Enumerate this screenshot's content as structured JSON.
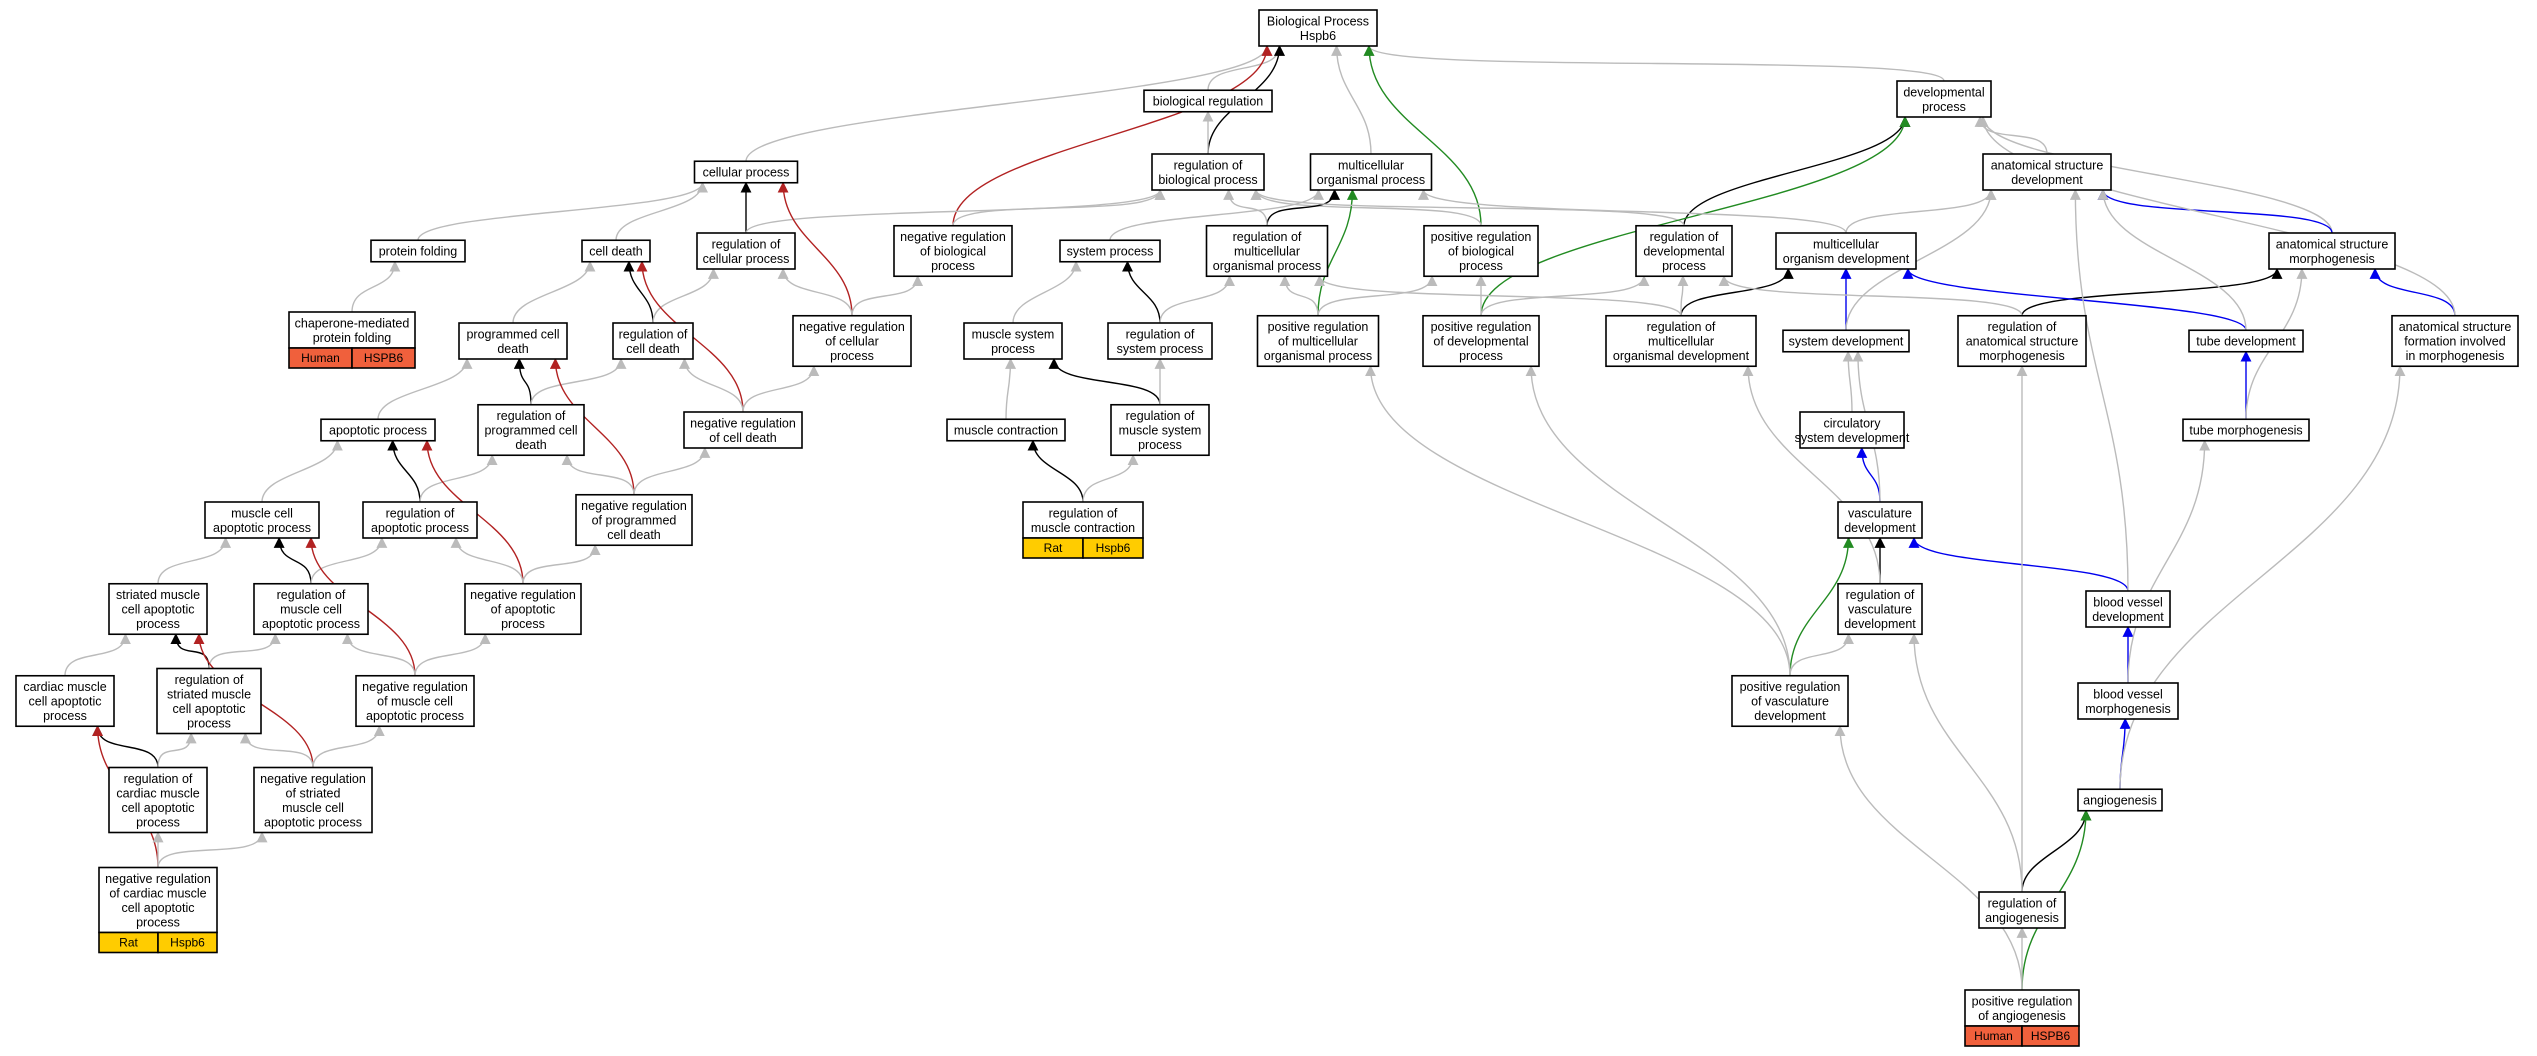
{
  "title": "Biological Process Hspb6",
  "colors": {
    "is_a": "#bbbbbb",
    "regulates": "#000000",
    "negatively_regulates": "#b22222",
    "positively_regulates": "#228b22",
    "part_of": "#0000ee",
    "human_tag": "#f0603c",
    "rat_tag": "#ffcc00"
  },
  "nodes": [
    {
      "id": "bp",
      "lines": [
        "Biological Process",
        "Hspb6"
      ]
    },
    {
      "id": "bioreg",
      "lines": [
        "biological regulation"
      ]
    },
    {
      "id": "devproc",
      "lines": [
        "developmental",
        "process"
      ]
    },
    {
      "id": "cellproc",
      "lines": [
        "cellular process"
      ]
    },
    {
      "id": "regbio",
      "lines": [
        "regulation of",
        "biological process"
      ]
    },
    {
      "id": "multorg",
      "lines": [
        "multicellular",
        "organismal process"
      ]
    },
    {
      "id": "anatdev",
      "lines": [
        "anatomical structure",
        "development"
      ]
    },
    {
      "id": "protfold",
      "lines": [
        "protein folding"
      ]
    },
    {
      "id": "celldeath",
      "lines": [
        "cell death"
      ]
    },
    {
      "id": "regcellproc",
      "lines": [
        "regulation of",
        "cellular process"
      ]
    },
    {
      "id": "negregbio",
      "lines": [
        "negative regulation",
        "of biological",
        "process"
      ]
    },
    {
      "id": "sysproc",
      "lines": [
        "system process"
      ]
    },
    {
      "id": "regmultorg",
      "lines": [
        "regulation of",
        "multicellular",
        "organismal process"
      ]
    },
    {
      "id": "posregbio",
      "lines": [
        "positive regulation",
        "of biological",
        "process"
      ]
    },
    {
      "id": "regdev",
      "lines": [
        "regulation of",
        "developmental",
        "process"
      ]
    },
    {
      "id": "multorgdev",
      "lines": [
        "multicellular",
        "organism development"
      ]
    },
    {
      "id": "anatmorph",
      "lines": [
        "anatomical structure",
        "morphogenesis"
      ]
    },
    {
      "id": "chaperone",
      "lines": [
        "chaperone-mediated",
        "protein folding"
      ],
      "tag": {
        "species": "Human",
        "gene": "HSPB6",
        "kind": "human"
      }
    },
    {
      "id": "progdeath",
      "lines": [
        "programmed cell",
        "death"
      ]
    },
    {
      "id": "regcelldeath",
      "lines": [
        "regulation of",
        "cell death"
      ]
    },
    {
      "id": "negregcellproc",
      "lines": [
        "negative regulation",
        "of cellular",
        "process"
      ]
    },
    {
      "id": "musclesys",
      "lines": [
        "muscle system",
        "process"
      ]
    },
    {
      "id": "regsysproc",
      "lines": [
        "regulation of",
        "system process"
      ]
    },
    {
      "id": "posregmultorg",
      "lines": [
        "positive regulation",
        "of multicellular",
        "organismal process"
      ]
    },
    {
      "id": "posregdev",
      "lines": [
        "positive regulation",
        "of developmental",
        "process"
      ]
    },
    {
      "id": "regmultorgdev",
      "lines": [
        "regulation of",
        "multicellular",
        "organismal development"
      ]
    },
    {
      "id": "sysdev",
      "lines": [
        "system development"
      ]
    },
    {
      "id": "reganatmorph",
      "lines": [
        "regulation of",
        "anatomical structure",
        "morphogenesis"
      ]
    },
    {
      "id": "tubedev",
      "lines": [
        "tube development"
      ]
    },
    {
      "id": "anatform",
      "lines": [
        "anatomical structure",
        "formation involved",
        "in morphogenesis"
      ]
    },
    {
      "id": "apoptotic",
      "lines": [
        "apoptotic process"
      ]
    },
    {
      "id": "regprogdeath",
      "lines": [
        "regulation of",
        "programmed cell",
        "death"
      ]
    },
    {
      "id": "negregcelldeath",
      "lines": [
        "negative regulation",
        "of cell death"
      ]
    },
    {
      "id": "musclecontr",
      "lines": [
        "muscle contraction"
      ]
    },
    {
      "id": "regmusclesys",
      "lines": [
        "regulation of",
        "muscle system",
        "process"
      ]
    },
    {
      "id": "circsys",
      "lines": [
        "circulatory",
        "system development"
      ]
    },
    {
      "id": "tubemorph",
      "lines": [
        "tube morphogenesis"
      ]
    },
    {
      "id": "muscleapop",
      "lines": [
        "muscle cell",
        "apoptotic process"
      ]
    },
    {
      "id": "regapop",
      "lines": [
        "regulation of",
        "apoptotic process"
      ]
    },
    {
      "id": "negregprogdeath",
      "lines": [
        "negative regulation",
        "of programmed",
        "cell death"
      ]
    },
    {
      "id": "regmusclecontr",
      "lines": [
        "regulation of",
        "muscle contraction"
      ],
      "tag": {
        "species": "Rat",
        "gene": "Hspb6",
        "kind": "rat"
      }
    },
    {
      "id": "vascdev",
      "lines": [
        "vasculature",
        "development"
      ]
    },
    {
      "id": "striatedapop",
      "lines": [
        "striated muscle",
        "cell apoptotic",
        "process"
      ]
    },
    {
      "id": "regmuscleapop",
      "lines": [
        "regulation of",
        "muscle cell",
        "apoptotic process"
      ]
    },
    {
      "id": "negregapop",
      "lines": [
        "negative regulation",
        "of apoptotic",
        "process"
      ]
    },
    {
      "id": "regvasc",
      "lines": [
        "regulation of",
        "vasculature",
        "development"
      ]
    },
    {
      "id": "bvdev",
      "lines": [
        "blood vessel",
        "development"
      ]
    },
    {
      "id": "cardiacapop",
      "lines": [
        "cardiac muscle",
        "cell apoptotic",
        "process"
      ]
    },
    {
      "id": "regstriatedapop",
      "lines": [
        "regulation of",
        "striated muscle",
        "cell apoptotic",
        "process"
      ]
    },
    {
      "id": "negregmuscleapop",
      "lines": [
        "negative regulation",
        "of muscle cell",
        "apoptotic process"
      ]
    },
    {
      "id": "posregvasc",
      "lines": [
        "positive regulation",
        "of vasculature",
        "development"
      ]
    },
    {
      "id": "bvmorph",
      "lines": [
        "blood vessel",
        "morphogenesis"
      ]
    },
    {
      "id": "regcardiacapop",
      "lines": [
        "regulation of",
        "cardiac muscle",
        "cell apoptotic",
        "process"
      ]
    },
    {
      "id": "negregstriatedapop",
      "lines": [
        "negative regulation",
        "of striated",
        "muscle cell",
        "apoptotic process"
      ]
    },
    {
      "id": "angio",
      "lines": [
        "angiogenesis"
      ]
    },
    {
      "id": "negregcardiacapop",
      "lines": [
        "negative regulation",
        "of cardiac muscle",
        "cell apoptotic",
        "process"
      ],
      "tag": {
        "species": "Rat",
        "gene": "Hspb6",
        "kind": "rat"
      }
    },
    {
      "id": "regangio",
      "lines": [
        "regulation of",
        "angiogenesis"
      ]
    },
    {
      "id": "posregangio",
      "lines": [
        "positive regulation",
        "of angiogenesis"
      ],
      "tag": {
        "species": "Human",
        "gene": "HSPB6",
        "kind": "human"
      }
    }
  ],
  "edges": [
    {
      "from": "bioreg",
      "to": "bp",
      "kind": "is_a"
    },
    {
      "from": "cellproc",
      "to": "bp",
      "kind": "is_a"
    },
    {
      "from": "devproc",
      "to": "bp",
      "kind": "is_a"
    },
    {
      "from": "multorg",
      "to": "bp",
      "kind": "is_a"
    },
    {
      "from": "regbio",
      "to": "bp",
      "kind": "regulates"
    },
    {
      "from": "regbio",
      "to": "bioreg",
      "kind": "is_a"
    },
    {
      "from": "negregbio",
      "to": "bp",
      "kind": "negatively_regulates"
    },
    {
      "from": "posregbio",
      "to": "bp",
      "kind": "positively_regulates"
    },
    {
      "from": "negregbio",
      "to": "regbio",
      "kind": "is_a"
    },
    {
      "from": "posregbio",
      "to": "regbio",
      "kind": "is_a"
    },
    {
      "from": "regcellproc",
      "to": "cellproc",
      "kind": "regulates"
    },
    {
      "from": "regcellproc",
      "to": "regbio",
      "kind": "is_a"
    },
    {
      "from": "negregcellproc",
      "to": "cellproc",
      "kind": "negatively_regulates"
    },
    {
      "from": "negregcellproc",
      "to": "regcellproc",
      "kind": "is_a"
    },
    {
      "from": "negregcellproc",
      "to": "negregbio",
      "kind": "is_a"
    },
    {
      "from": "protfold",
      "to": "cellproc",
      "kind": "is_a"
    },
    {
      "from": "celldeath",
      "to": "cellproc",
      "kind": "is_a"
    },
    {
      "from": "chaperone",
      "to": "protfold",
      "kind": "is_a"
    },
    {
      "from": "progdeath",
      "to": "celldeath",
      "kind": "is_a"
    },
    {
      "from": "regcelldeath",
      "to": "celldeath",
      "kind": "regulates"
    },
    {
      "from": "regcelldeath",
      "to": "regcellproc",
      "kind": "is_a"
    },
    {
      "from": "negregcelldeath",
      "to": "celldeath",
      "kind": "negatively_regulates"
    },
    {
      "from": "negregcelldeath",
      "to": "regcelldeath",
      "kind": "is_a"
    },
    {
      "from": "negregcelldeath",
      "to": "negregcellproc",
      "kind": "is_a"
    },
    {
      "from": "apoptotic",
      "to": "progdeath",
      "kind": "is_a"
    },
    {
      "from": "regprogdeath",
      "to": "progdeath",
      "kind": "regulates"
    },
    {
      "from": "regprogdeath",
      "to": "regcelldeath",
      "kind": "is_a"
    },
    {
      "from": "negregprogdeath",
      "to": "progdeath",
      "kind": "negatively_regulates"
    },
    {
      "from": "negregprogdeath",
      "to": "regprogdeath",
      "kind": "is_a"
    },
    {
      "from": "negregprogdeath",
      "to": "negregcelldeath",
      "kind": "is_a"
    },
    {
      "from": "muscleapop",
      "to": "apoptotic",
      "kind": "is_a"
    },
    {
      "from": "regapop",
      "to": "apoptotic",
      "kind": "regulates"
    },
    {
      "from": "regapop",
      "to": "regprogdeath",
      "kind": "is_a"
    },
    {
      "from": "negregapop",
      "to": "apoptotic",
      "kind": "negatively_regulates"
    },
    {
      "from": "negregapop",
      "to": "regapop",
      "kind": "is_a"
    },
    {
      "from": "negregapop",
      "to": "negregprogdeath",
      "kind": "is_a"
    },
    {
      "from": "striatedapop",
      "to": "muscleapop",
      "kind": "is_a"
    },
    {
      "from": "regmuscleapop",
      "to": "muscleapop",
      "kind": "regulates"
    },
    {
      "from": "regmuscleapop",
      "to": "regapop",
      "kind": "is_a"
    },
    {
      "from": "negregmuscleapop",
      "to": "muscleapop",
      "kind": "negatively_regulates"
    },
    {
      "from": "negregmuscleapop",
      "to": "regmuscleapop",
      "kind": "is_a"
    },
    {
      "from": "negregmuscleapop",
      "to": "negregapop",
      "kind": "is_a"
    },
    {
      "from": "cardiacapop",
      "to": "striatedapop",
      "kind": "is_a"
    },
    {
      "from": "regstriatedapop",
      "to": "striatedapop",
      "kind": "regulates"
    },
    {
      "from": "regstriatedapop",
      "to": "regmuscleapop",
      "kind": "is_a"
    },
    {
      "from": "negregstriatedapop",
      "to": "striatedapop",
      "kind": "negatively_regulates"
    },
    {
      "from": "negregstriatedapop",
      "to": "regstriatedapop",
      "kind": "is_a"
    },
    {
      "from": "negregstriatedapop",
      "to": "negregmuscleapop",
      "kind": "is_a"
    },
    {
      "from": "regcardiacapop",
      "to": "cardiacapop",
      "kind": "regulates"
    },
    {
      "from": "regcardiacapop",
      "to": "regstriatedapop",
      "kind": "is_a"
    },
    {
      "from": "negregcardiacapop",
      "to": "cardiacapop",
      "kind": "negatively_regulates"
    },
    {
      "from": "negregcardiacapop",
      "to": "regcardiacapop",
      "kind": "is_a"
    },
    {
      "from": "negregcardiacapop",
      "to": "negregstriatedapop",
      "kind": "is_a"
    },
    {
      "from": "regmultorg",
      "to": "multorg",
      "kind": "regulates"
    },
    {
      "from": "regmultorg",
      "to": "regbio",
      "kind": "is_a"
    },
    {
      "from": "posregmultorg",
      "to": "multorg",
      "kind": "positively_regulates"
    },
    {
      "from": "posregmultorg",
      "to": "regmultorg",
      "kind": "is_a"
    },
    {
      "from": "posregmultorg",
      "to": "posregbio",
      "kind": "is_a"
    },
    {
      "from": "sysproc",
      "to": "multorg",
      "kind": "is_a"
    },
    {
      "from": "musclesys",
      "to": "sysproc",
      "kind": "is_a"
    },
    {
      "from": "regsysproc",
      "to": "sysproc",
      "kind": "regulates"
    },
    {
      "from": "regsysproc",
      "to": "regmultorg",
      "kind": "is_a"
    },
    {
      "from": "musclecontr",
      "to": "musclesys",
      "kind": "is_a"
    },
    {
      "from": "regmusclesys",
      "to": "musclesys",
      "kind": "regulates"
    },
    {
      "from": "regmusclesys",
      "to": "regsysproc",
      "kind": "is_a"
    },
    {
      "from": "regmusclecontr",
      "to": "musclecontr",
      "kind": "regulates"
    },
    {
      "from": "regmusclecontr",
      "to": "regmusclesys",
      "kind": "is_a"
    },
    {
      "from": "regdev",
      "to": "devproc",
      "kind": "regulates"
    },
    {
      "from": "regdev",
      "to": "regbio",
      "kind": "is_a"
    },
    {
      "from": "posregdev",
      "to": "devproc",
      "kind": "positively_regulates"
    },
    {
      "from": "posregdev",
      "to": "regdev",
      "kind": "is_a"
    },
    {
      "from": "posregdev",
      "to": "posregbio",
      "kind": "is_a"
    },
    {
      "from": "anatdev",
      "to": "devproc",
      "kind": "is_a"
    },
    {
      "from": "multorgdev",
      "to": "multorg",
      "kind": "is_a"
    },
    {
      "from": "multorgdev",
      "to": "anatdev",
      "kind": "is_a"
    },
    {
      "from": "anatmorph",
      "to": "devproc",
      "kind": "is_a"
    },
    {
      "from": "anatmorph",
      "to": "anatdev",
      "kind": "part_of"
    },
    {
      "from": "regmultorgdev",
      "to": "multorgdev",
      "kind": "regulates"
    },
    {
      "from": "regmultorgdev",
      "to": "regdev",
      "kind": "is_a"
    },
    {
      "from": "regmultorgdev",
      "to": "regmultorg",
      "kind": "is_a"
    },
    {
      "from": "sysdev",
      "to": "multorgdev",
      "kind": "part_of"
    },
    {
      "from": "sysdev",
      "to": "anatdev",
      "kind": "is_a"
    },
    {
      "from": "reganatmorph",
      "to": "anatmorph",
      "kind": "regulates"
    },
    {
      "from": "reganatmorph",
      "to": "regdev",
      "kind": "is_a"
    },
    {
      "from": "tubedev",
      "to": "multorgdev",
      "kind": "part_of"
    },
    {
      "from": "tubedev",
      "to": "anatdev",
      "kind": "is_a"
    },
    {
      "from": "anatform",
      "to": "anatmorph",
      "kind": "part_of"
    },
    {
      "from": "anatform",
      "to": "devproc",
      "kind": "is_a"
    },
    {
      "from": "circsys",
      "to": "sysdev",
      "kind": "is_a"
    },
    {
      "from": "tubemorph",
      "to": "tubedev",
      "kind": "part_of"
    },
    {
      "from": "tubemorph",
      "to": "anatmorph",
      "kind": "is_a"
    },
    {
      "from": "vascdev",
      "to": "circsys",
      "kind": "part_of"
    },
    {
      "from": "vascdev",
      "to": "sysdev",
      "kind": "is_a"
    },
    {
      "from": "regvasc",
      "to": "vascdev",
      "kind": "regulates"
    },
    {
      "from": "regvasc",
      "to": "regmultorgdev",
      "kind": "is_a"
    },
    {
      "from": "posregvasc",
      "to": "vascdev",
      "kind": "positively_regulates"
    },
    {
      "from": "posregvasc",
      "to": "regvasc",
      "kind": "is_a"
    },
    {
      "from": "posregvasc",
      "to": "posregmultorg",
      "kind": "is_a"
    },
    {
      "from": "posregvasc",
      "to": "posregdev",
      "kind": "is_a"
    },
    {
      "from": "bvdev",
      "to": "vascdev",
      "kind": "part_of"
    },
    {
      "from": "bvdev",
      "to": "anatdev",
      "kind": "is_a"
    },
    {
      "from": "bvmorph",
      "to": "bvdev",
      "kind": "part_of"
    },
    {
      "from": "bvmorph",
      "to": "tubemorph",
      "kind": "is_a"
    },
    {
      "from": "angio",
      "to": "bvmorph",
      "kind": "part_of"
    },
    {
      "from": "angio",
      "to": "anatform",
      "kind": "is_a"
    },
    {
      "from": "regangio",
      "to": "angio",
      "kind": "regulates"
    },
    {
      "from": "regangio",
      "to": "regvasc",
      "kind": "is_a"
    },
    {
      "from": "regangio",
      "to": "reganatmorph",
      "kind": "is_a"
    },
    {
      "from": "posregangio",
      "to": "angio",
      "kind": "positively_regulates"
    },
    {
      "from": "posregangio",
      "to": "regangio",
      "kind": "is_a"
    },
    {
      "from": "posregangio",
      "to": "posregvasc",
      "kind": "is_a"
    }
  ]
}
